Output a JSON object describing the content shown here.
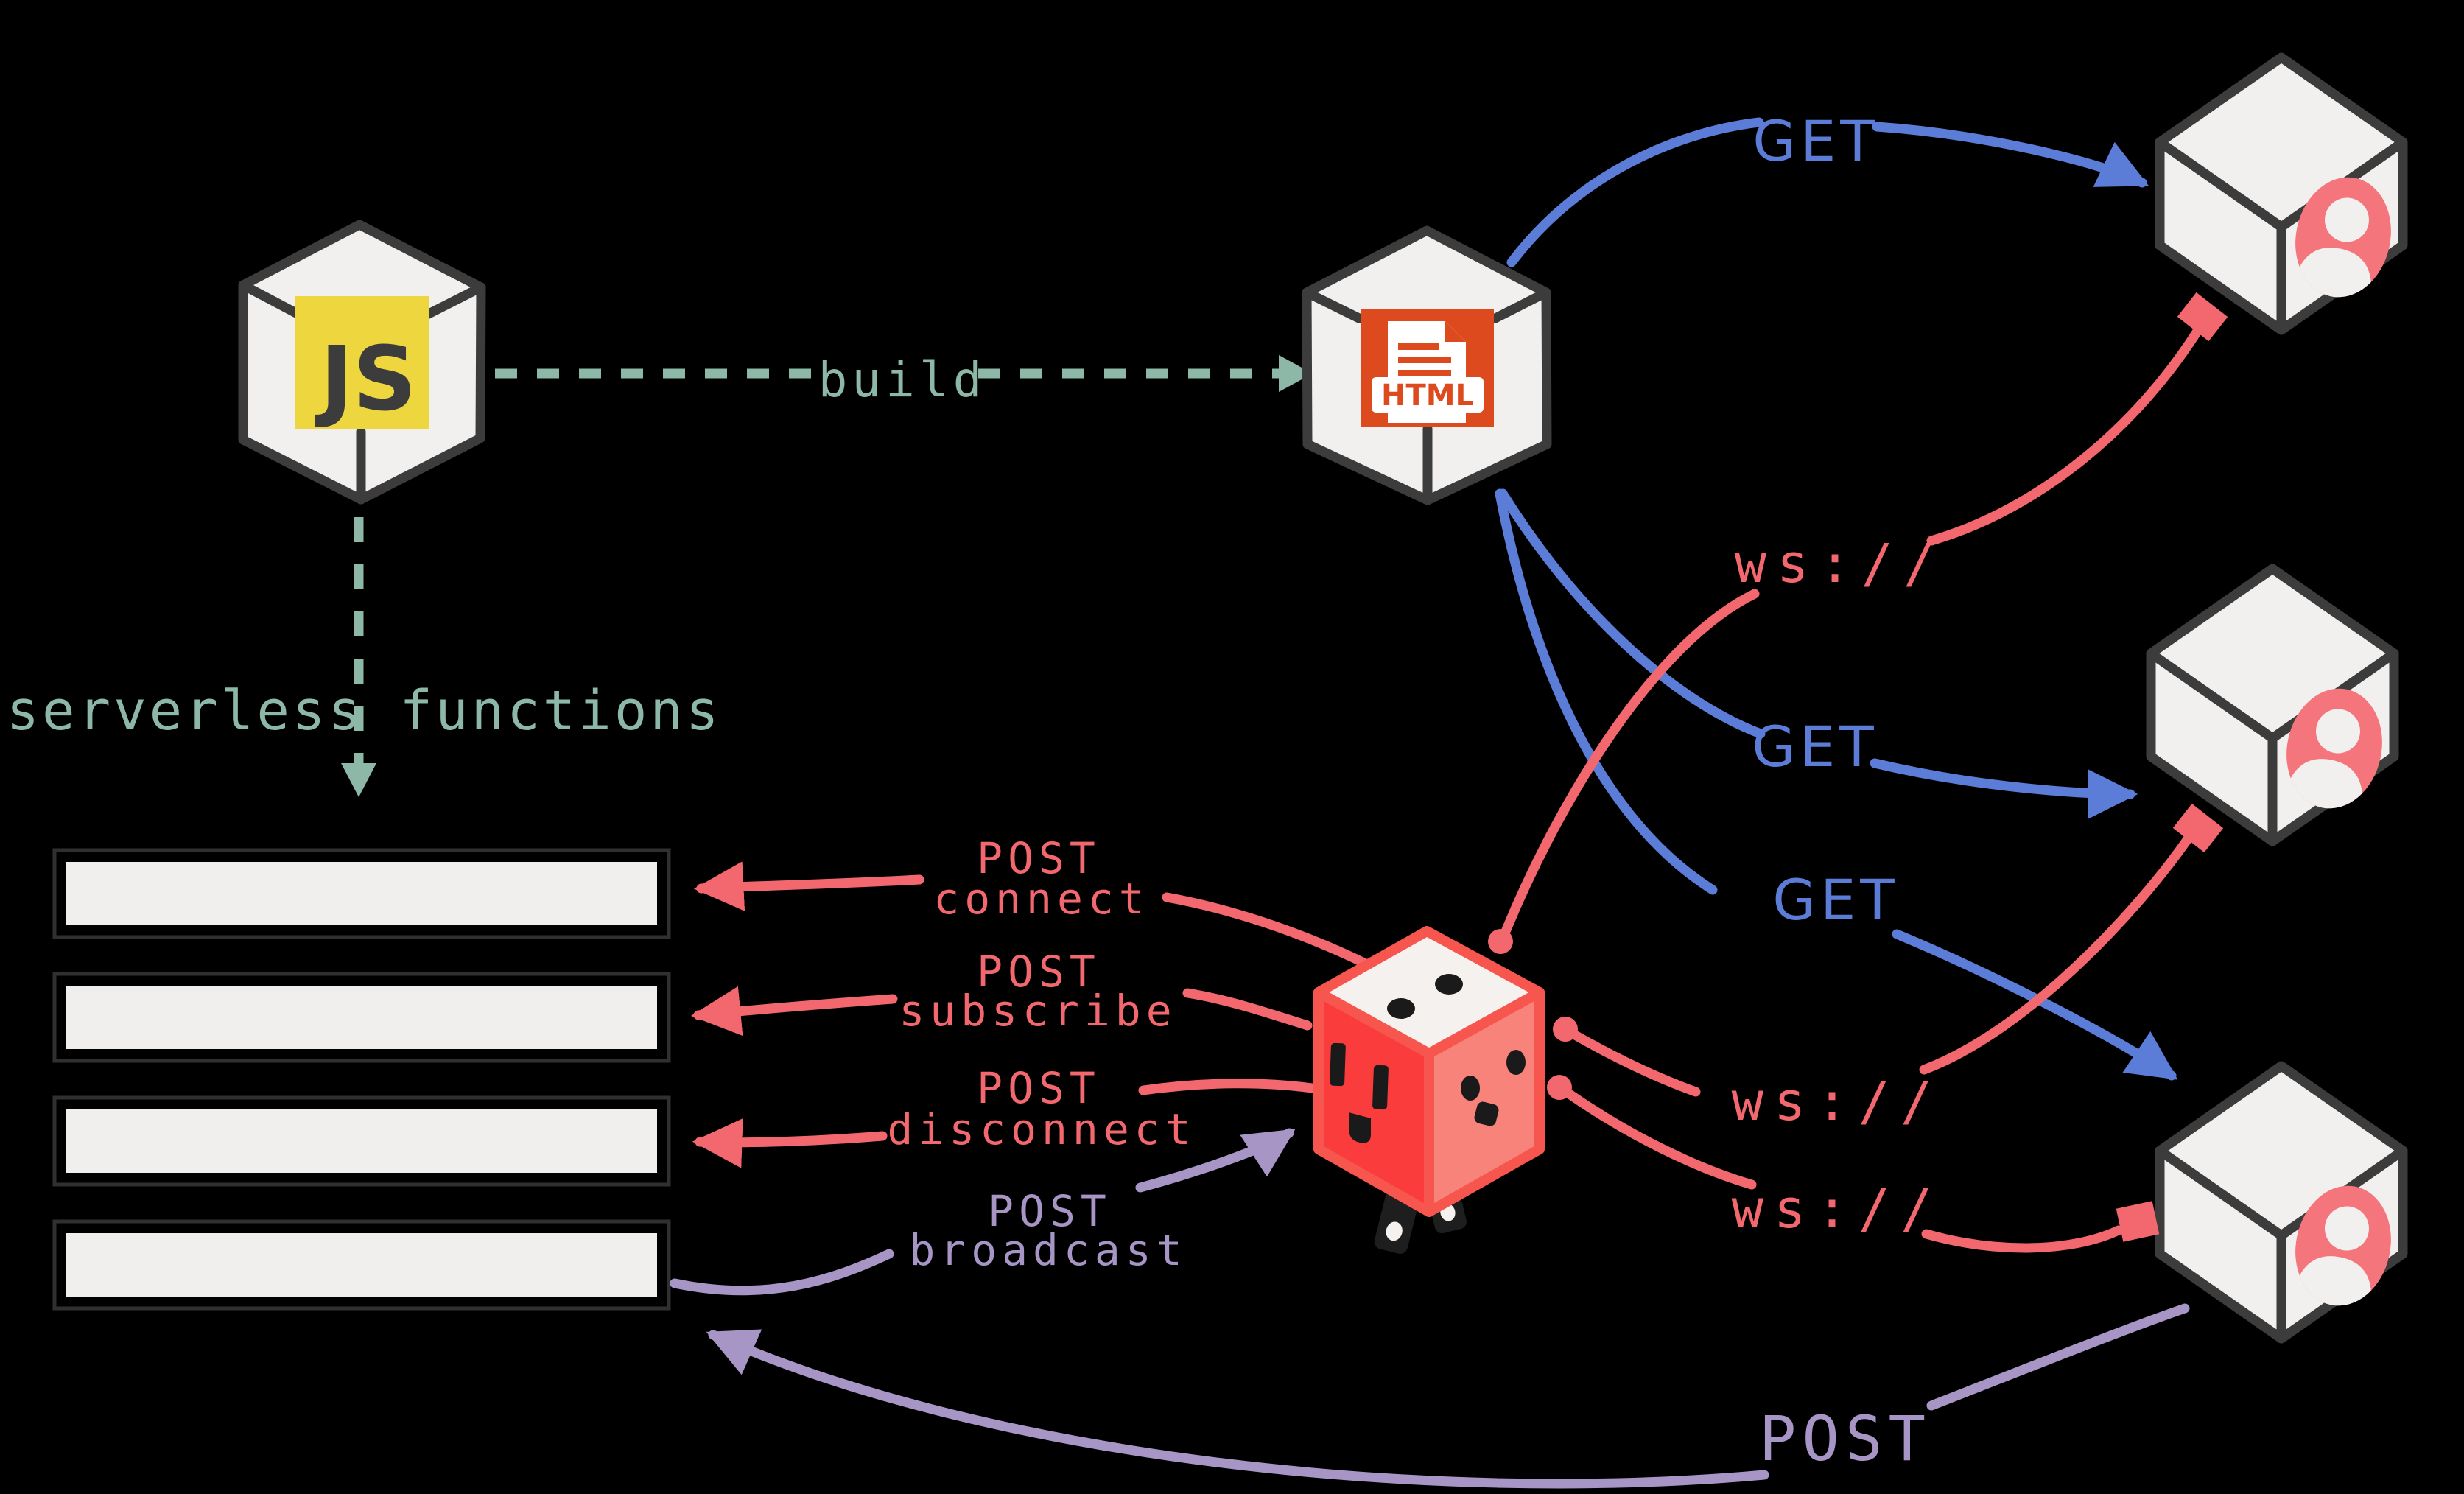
{
  "colors": {
    "background": "#000000",
    "teal": "#8db7a6",
    "blue": "#5b7dd8",
    "salmon": "#f2686e",
    "dice_red": "#fb3c3c",
    "dice_side": "#f8837b",
    "dice_frame": "#f6564e",
    "purple": "#a795c6",
    "js_yellow": "#eed63f",
    "html_orange": "#dd4a1d",
    "cube_fill": "#f2f0ee",
    "cube_stroke": "#3c3c3c",
    "avatar_salmon": "#f4757c"
  },
  "nodes": {
    "js_cube": {
      "logo_text": "JS"
    },
    "html_cube": {
      "logo_text": "HTML"
    },
    "serverless_bars": {
      "count": 4
    },
    "clients": {
      "count": 3
    }
  },
  "labels": {
    "build": "build",
    "serverless_functions": "serverless functions",
    "get_top": "GET",
    "get_middle": "GET",
    "get_bottom": "GET",
    "ws_top": "ws://",
    "ws_middle": "ws://",
    "ws_bottom": "ws://",
    "post_connect": {
      "line1": "POST",
      "line2": "connect"
    },
    "post_subscribe": {
      "line1": "POST",
      "line2": "subscribe"
    },
    "post_disconnect": {
      "line1": "POST",
      "line2": "disconnect"
    },
    "post_broadcast": {
      "line1": "POST",
      "line2": "broadcast"
    },
    "post_bottom": "POST"
  }
}
